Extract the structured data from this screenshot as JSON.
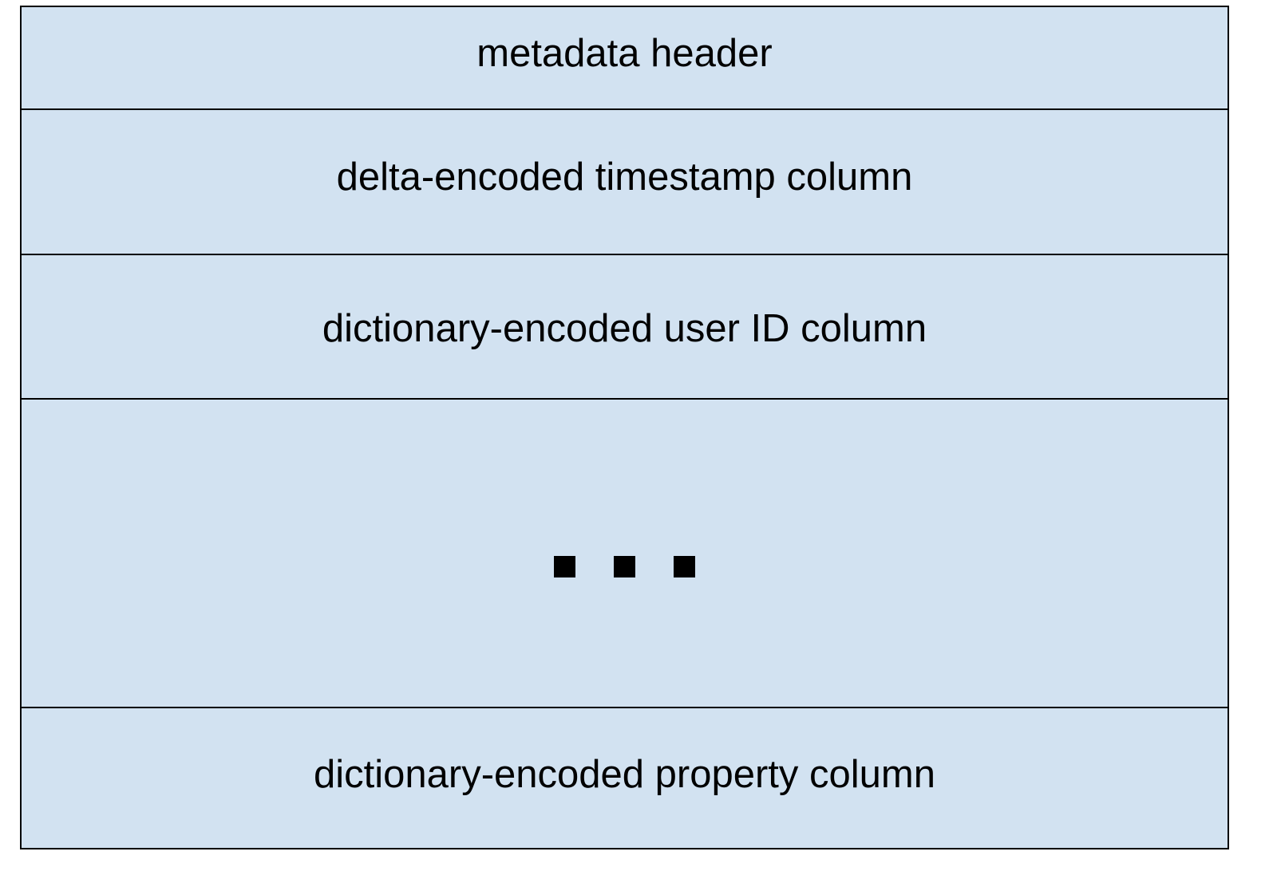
{
  "diagram": {
    "colors": {
      "block_fill": "#d2e2f1",
      "border": "#000000",
      "text": "#000000"
    },
    "blocks": [
      {
        "label": "metadata header"
      },
      {
        "label": "delta-encoded timestamp column"
      },
      {
        "label": "dictionary-encoded user ID column"
      },
      {
        "label": "",
        "icon": "ellipsis-icon"
      },
      {
        "label": "dictionary-encoded property column"
      }
    ]
  }
}
